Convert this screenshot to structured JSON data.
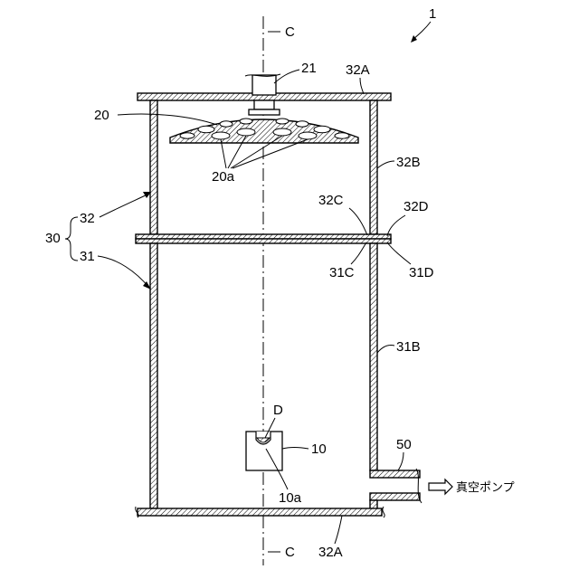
{
  "figure_number": "1",
  "axis_label_top": "C",
  "axis_label_bottom": "C",
  "labels": {
    "shaft": "21",
    "top_flange": "32A",
    "bottom_flange": "32A",
    "dome": "20",
    "dome_holes": "20a",
    "upper_wall_right": "32B",
    "upper_flange_c": "32C",
    "upper_flange_d": "32D",
    "assembly": "30",
    "upper_section": "32",
    "lower_section": "31",
    "lower_flange_c": "31C",
    "lower_flange_d": "31D",
    "lower_wall_right": "31B",
    "port": "50",
    "droplet": "D",
    "holder": "10",
    "holder_cavity": "10a"
  },
  "pump_label": "真空ポンプ"
}
